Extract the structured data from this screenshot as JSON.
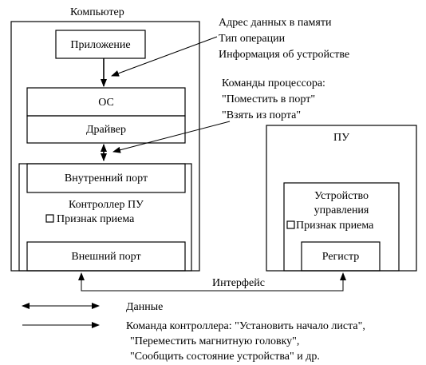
{
  "computer": {
    "title": "Компьютер",
    "app": "Приложение",
    "os": "ОС",
    "driver": "Драйвер",
    "internal_port": "Внутренний порт",
    "controller": "Контроллер ПУ",
    "rx_flag": "Признак приема",
    "external_port": "Внешний порт"
  },
  "device": {
    "title": "ПУ",
    "control_unit_line1": "Устройство",
    "control_unit_line2": "управления",
    "rx_flag": "Признак приема",
    "register": "Регистр"
  },
  "annotations": {
    "request_info": [
      "Адрес данных в памяти",
      "Тип операции",
      "Информация об устройстве"
    ],
    "cpu_commands": [
      "Команды процессора:",
      "\"Поместить в порт\"",
      "\"Взять из порта\""
    ],
    "interface": "Интерфейс"
  },
  "legend": {
    "data": "Данные",
    "controller_commands": [
      "Команда контроллера: \"Установить начало листа\",",
      "\"Переместить магнитную головку\",",
      "\"Сообщить состояние устройства\" и др."
    ]
  }
}
